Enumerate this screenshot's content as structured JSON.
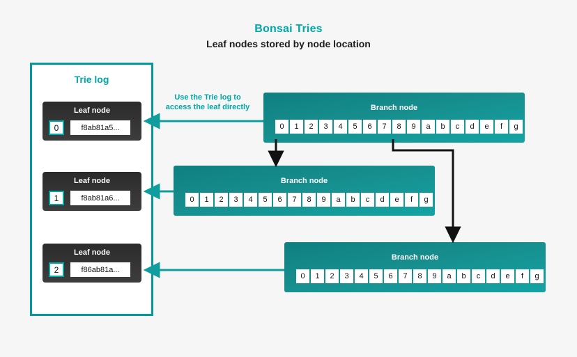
{
  "header": {
    "title": "Bonsai Tries",
    "subtitle": "Leaf nodes stored by node location"
  },
  "trie_log": {
    "panel_label": "Trie log",
    "leaf_nodes": [
      {
        "label": "Leaf node",
        "index": "0",
        "hash": "f8ab81a5..."
      },
      {
        "label": "Leaf node",
        "index": "1",
        "hash": "f8ab81a6..."
      },
      {
        "label": "Leaf node",
        "index": "2",
        "hash": "f86ab81a..."
      }
    ]
  },
  "annotation": {
    "line1": "Use the Trie log to",
    "line2": "access the leaf directly"
  },
  "branch_nodes": [
    {
      "label": "Branch node",
      "cells": [
        "0",
        "1",
        "2",
        "3",
        "4",
        "5",
        "6",
        "7",
        "8",
        "9",
        "a",
        "b",
        "c",
        "d",
        "e",
        "f",
        "g"
      ]
    },
    {
      "label": "Branch node",
      "cells": [
        "0",
        "1",
        "2",
        "3",
        "4",
        "5",
        "6",
        "7",
        "8",
        "9",
        "a",
        "b",
        "c",
        "d",
        "e",
        "f",
        "g"
      ]
    },
    {
      "label": "Branch node",
      "cells": [
        "0",
        "1",
        "2",
        "3",
        "4",
        "5",
        "6",
        "7",
        "8",
        "9",
        "a",
        "b",
        "c",
        "d",
        "e",
        "f",
        "g"
      ]
    }
  ],
  "colors": {
    "background": "#f6f6f6",
    "accent_teal": "#00a7a7",
    "branch_teal": "#178e8e",
    "leaf_dark": "#2b2b2b",
    "arrow_dark": "#111111",
    "panel_white": "#ffffff"
  }
}
